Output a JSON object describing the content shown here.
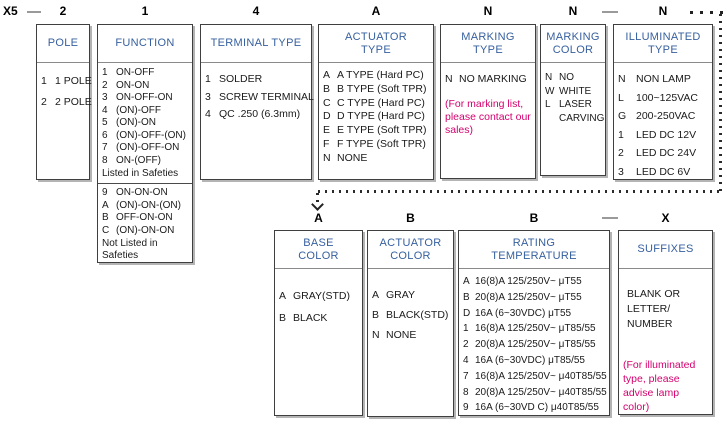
{
  "part_prefix": "X5",
  "colors": {
    "header_blue": "#37609f",
    "note_magenta": "#d4006e"
  },
  "boxes": {
    "pole": {
      "code": "2",
      "title": "POLE",
      "items": [
        {
          "c": "1",
          "t": "1 POLE"
        },
        {
          "c": "2",
          "t": "2 POLE"
        }
      ]
    },
    "function": {
      "code": "1",
      "title": "FUNCTION",
      "items": [
        {
          "c": "1",
          "t": "ON-OFF"
        },
        {
          "c": "2",
          "t": "ON-ON"
        },
        {
          "c": "3",
          "t": "ON-OFF-ON"
        },
        {
          "c": "4",
          "t": "(ON)-OFF"
        },
        {
          "c": "5",
          "t": "(ON)-ON"
        },
        {
          "c": "6",
          "t": "(ON)-OFF-(ON)"
        },
        {
          "c": "7",
          "t": "(ON)-OFF-ON"
        },
        {
          "c": "8",
          "t": "ON-(OFF)"
        },
        {
          "text": "Listed in Safeties"
        },
        {
          "divider": true
        },
        {
          "c": "9",
          "t": "ON-ON-ON"
        },
        {
          "c": "A",
          "t": "(ON)-ON-(ON)"
        },
        {
          "c": "B",
          "t": "OFF-ON-ON"
        },
        {
          "c": "C",
          "t": "(ON)-ON-ON"
        },
        {
          "text": "Not Listed in Safeties"
        }
      ]
    },
    "terminal_type": {
      "code": "4",
      "title": "TERMINAL TYPE",
      "items": [
        {
          "c": "1",
          "t": "SOLDER"
        },
        {
          "c": "3",
          "t": "SCREW TERMINAL"
        },
        {
          "c": "4",
          "t": "QC .250 (6.3mm)"
        }
      ]
    },
    "actuator_type": {
      "code": "A",
      "title": "ACTUATOR TYPE",
      "items": [
        {
          "c": "A",
          "t": "A TYPE (Hard PC)"
        },
        {
          "c": "B",
          "t": "B TYPE (Soft TPR)"
        },
        {
          "c": "C",
          "t": "C TYPE (Hard PC)"
        },
        {
          "c": "D",
          "t": "D TYPE (Hard PC)"
        },
        {
          "c": "E",
          "t": "E TYPE (Soft TPR)"
        },
        {
          "c": "F",
          "t": "F TYPE (Soft TPR)"
        },
        {
          "c": "N",
          "t": "NONE"
        }
      ]
    },
    "marking_type": {
      "code": "N",
      "title": "MARKING TYPE",
      "items": [
        {
          "c": "N",
          "t": "NO MARKING"
        },
        {
          "note": "(For marking list, please contact our sales)"
        }
      ]
    },
    "marking_color": {
      "code": "N",
      "title": "MARKING COLOR",
      "items": [
        {
          "c": "N",
          "t": "NO"
        },
        {
          "c": "W",
          "t": "WHITE"
        },
        {
          "c": "L",
          "t": "LASER CARVING"
        }
      ]
    },
    "illuminated_type": {
      "code": "N",
      "title": "ILLUMINATED TYPE",
      "items": [
        {
          "c": "N",
          "t": "NON LAMP"
        },
        {
          "c": "L",
          "t": "100~125VAC"
        },
        {
          "c": "G",
          "t": "200-250VAC"
        },
        {
          "c": "1",
          "t": "LED DC 12V"
        },
        {
          "c": "2",
          "t": "LED DC 24V"
        },
        {
          "c": "3",
          "t": "LED DC 6V"
        }
      ]
    },
    "base_color": {
      "code": "A",
      "title": "BASE COLOR",
      "items": [
        {
          "c": "A",
          "t": "GRAY(STD)"
        },
        {
          "c": "B",
          "t": "BLACK"
        }
      ]
    },
    "actuator_color": {
      "code": "B",
      "title": "ACTUATOR COLOR",
      "items": [
        {
          "c": "A",
          "t": "GRAY"
        },
        {
          "c": "B",
          "t": "BLACK(STD)"
        },
        {
          "c": "N",
          "t": "NONE"
        }
      ]
    },
    "rating_temperature": {
      "code": "B",
      "title": "RATING TEMPERATURE",
      "items": [
        {
          "c": "A",
          "t": "16(8)A 125/250V~ μT55"
        },
        {
          "c": "B",
          "t": "20(8)A 125/250V~ μT55"
        },
        {
          "c": "D",
          "t": "16A (6~30VDC) μT55"
        },
        {
          "c": "1",
          "t": "16(8)A 125/250V~ μT85/55"
        },
        {
          "c": "2",
          "t": "20(8)A 125/250V~ μT85/55"
        },
        {
          "c": "4",
          "t": "16A (6~30VDC) μT85/55"
        },
        {
          "c": "7",
          "t": "16(8)A 125/250V~ μ40T85/55"
        },
        {
          "c": "8",
          "t": "20(8)A 125/250V~ μ40T85/55"
        },
        {
          "c": "9",
          "t": "16A (6~30VD C) μ40T85/55"
        }
      ]
    },
    "suffixes": {
      "code": "X",
      "title": "SUFFIXES",
      "items": [
        {
          "text": "BLANK OR LETTER/ NUMBER"
        },
        {
          "note": "(For illuminated type, please advise lamp color)"
        }
      ]
    }
  }
}
